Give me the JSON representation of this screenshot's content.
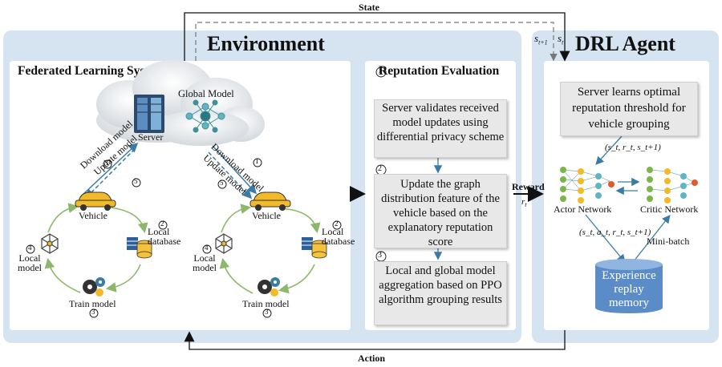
{
  "top_label": "State",
  "bottom_label": "Action",
  "environment": {
    "title": "Environment",
    "fl_system": {
      "title": "Federated Learning System",
      "server_label": "Server",
      "global_model_label": "Global Model",
      "left": {
        "download": "Download model",
        "update": "Update model",
        "step1": "1",
        "step5": "5",
        "vehicle": "Vehicle",
        "local_db": "Local\ndatabase",
        "local_model": "Local\nmodel",
        "train": "Train model",
        "step2": "2",
        "step3": "3",
        "step4": "4"
      },
      "right": {
        "download": "Download model",
        "update": "Update model",
        "step1": "1",
        "step5": "5",
        "vehicle": "Vehicle",
        "local_db": "Local\ndatabase",
        "local_model": "Local\nmodel",
        "train": "Train model",
        "step2": "2",
        "step3": "3",
        "step4": "4"
      }
    },
    "reputation": {
      "title": "Reputation Evaluation",
      "steps": [
        {
          "num": "1",
          "text": "Server validates received model updates using differential privacy scheme"
        },
        {
          "num": "2",
          "text": "Update the graph distribution feature of the vehicle based on the explanatory reputation score"
        },
        {
          "num": "3",
          "text": "Local and global model aggregation based on PPO algorithm grouping results"
        }
      ]
    }
  },
  "reward_label": "Reward",
  "reward_var": "r",
  "reward_sub": "t",
  "state_vars": {
    "s_next": "s",
    "s_next_sub": "t+1",
    "s_cur": "s",
    "s_cur_sub": "t"
  },
  "agent": {
    "title": "DRL Agent",
    "server_box": "Server learns optimal reputation threshold for vehicle grouping",
    "tuple1": "(s_t, r_t, s_t+1)",
    "tuple2": "(s_t, a_t, r_t, s_t+1)",
    "actor": "Actor Network",
    "critic": "Critic Network",
    "minibatch": "Mini-batch",
    "memory": "Experience replay memory"
  }
}
